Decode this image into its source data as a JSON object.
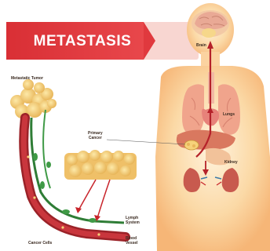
{
  "banner": {
    "title": "METASTASIS"
  },
  "labels": {
    "metastatic_tumor": "Metastatic Tumor",
    "brain": "Brain",
    "lungs": "Lungs",
    "primary_cancer_line1": "Primary",
    "primary_cancer_line2": "Cancer",
    "kidney": "Kidney",
    "lymph_system_line1": "Lymph",
    "lymph_system_line2": "System",
    "cancer_cells": "Cancer Cells",
    "blood_vessel_line1": "Blood",
    "blood_vessel_line2": "Vessel"
  },
  "colors": {
    "banner_red": "#e0393e",
    "banner_pink": "#f7d4cf",
    "body_orange": "#f9c48e",
    "body_light": "#fde6c5",
    "tumor_yellow": "#f6d27a",
    "vessel_red": "#a8282e",
    "lymph_green": "#3f9a46",
    "arrow_red": "#c8242b"
  }
}
